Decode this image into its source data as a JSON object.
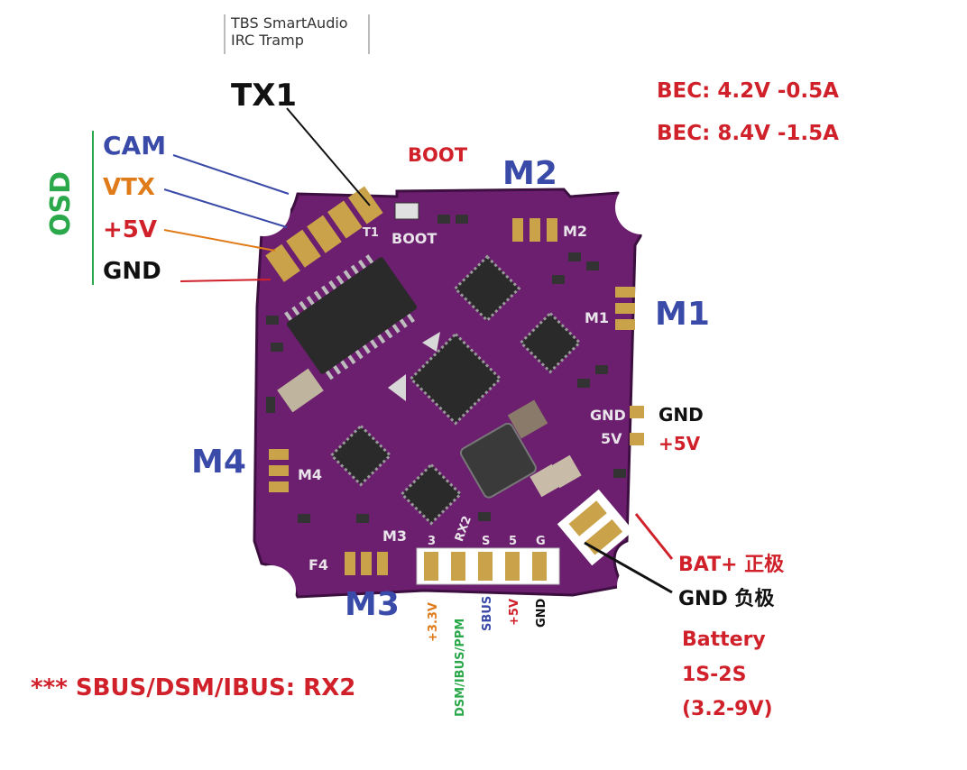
{
  "notes": {
    "line1": "TBS SmartAudio",
    "line2": "IRC Tramp"
  },
  "labels": {
    "tx1": "TX1",
    "osd": "OSD",
    "cam": "CAM",
    "vtx": "VTX",
    "plus5v": "+5V",
    "gnd": "GND",
    "boot": "BOOT",
    "m2": "M2",
    "m1": "M1",
    "m4": "M4",
    "m3": "M3",
    "bec1": "BEC: 4.2V -0.5A",
    "bec2": "BEC: 8.4V -1.5A",
    "gnd_right": "GND",
    "plus5v_right": "+5V",
    "bat_plus": "BAT+ 正极",
    "gnd_neg": "GND  负极",
    "battery1": "Battery",
    "battery2": "1S-2S",
    "battery3": "(3.2-9V)",
    "footnote": "*** SBUS/DSM/IBUS: RX2"
  },
  "silkscreen": {
    "boot": "BOOT",
    "m2": "M2",
    "m1": "M1",
    "m4": "M4",
    "m3": "M3",
    "gnd": "GND",
    "5v": "5V",
    "f4": "F4",
    "rx2": "RX2",
    "t1": "T1",
    "pins": [
      "3",
      "RX2",
      "S",
      "5",
      "G"
    ]
  },
  "bottom_pins": [
    {
      "text": "+3.3V",
      "color": "#e07b1a"
    },
    {
      "text": "DSM/IBUS/PPM",
      "color": "#2aa84a"
    },
    {
      "text": "SBUS",
      "color": "#3a4aa8"
    },
    {
      "text": "+5V",
      "color": "#d0202a"
    },
    {
      "text": "GND",
      "color": "#111111"
    }
  ],
  "colors": {
    "board": "#6b1f6e",
    "board_dark": "#4d1350",
    "red": "#d0202a",
    "blue": "#3a4aa8",
    "orange": "#e07b1a",
    "green": "#2aa84a",
    "black": "#111111"
  }
}
